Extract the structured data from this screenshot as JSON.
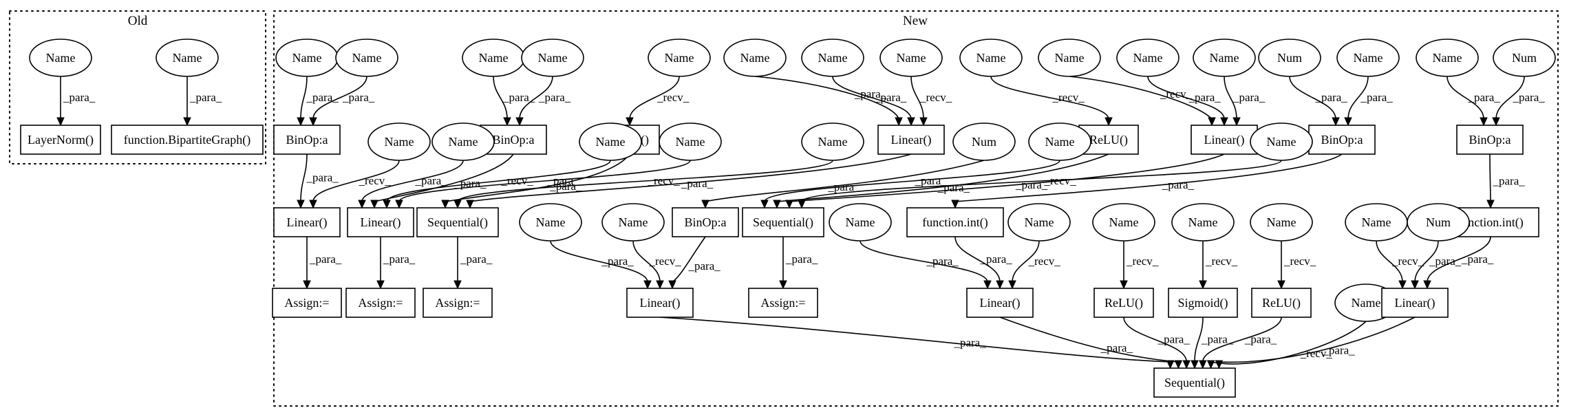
{
  "clusters": [
    {
      "id": "old",
      "label": "Old"
    },
    {
      "id": "new",
      "label": "New"
    }
  ],
  "nodes": [
    {
      "id": "o_n1",
      "label": "Name",
      "shape": "ellipse"
    },
    {
      "id": "o_n2",
      "label": "Name",
      "shape": "ellipse"
    },
    {
      "id": "o_ln",
      "label": "LayerNorm()",
      "shape": "box"
    },
    {
      "id": "o_bg",
      "label": "function.BipartiteGraph()",
      "shape": "box"
    },
    {
      "id": "t1",
      "label": "Name",
      "shape": "ellipse"
    },
    {
      "id": "t2",
      "label": "Name",
      "shape": "ellipse"
    },
    {
      "id": "t3",
      "label": "Name",
      "shape": "ellipse"
    },
    {
      "id": "t4",
      "label": "Name",
      "shape": "ellipse"
    },
    {
      "id": "t5",
      "label": "Name",
      "shape": "ellipse"
    },
    {
      "id": "t6",
      "label": "Name",
      "shape": "ellipse"
    },
    {
      "id": "t7",
      "label": "Name",
      "shape": "ellipse"
    },
    {
      "id": "t8",
      "label": "Name",
      "shape": "ellipse"
    },
    {
      "id": "t9",
      "label": "Name",
      "shape": "ellipse"
    },
    {
      "id": "t10",
      "label": "Name",
      "shape": "ellipse"
    },
    {
      "id": "t11",
      "label": "Name",
      "shape": "ellipse"
    },
    {
      "id": "t12",
      "label": "Name",
      "shape": "ellipse"
    },
    {
      "id": "t13",
      "label": "Num",
      "shape": "ellipse"
    },
    {
      "id": "t14",
      "label": "Name",
      "shape": "ellipse"
    },
    {
      "id": "t15",
      "label": "Name",
      "shape": "ellipse"
    },
    {
      "id": "t16",
      "label": "Num",
      "shape": "ellipse"
    },
    {
      "id": "b1",
      "label": "BinOp:a",
      "shape": "box"
    },
    {
      "id": "b2",
      "label": "BinOp:a",
      "shape": "box"
    },
    {
      "id": "r1",
      "label": "ReLU()",
      "shape": "box"
    },
    {
      "id": "lt1",
      "label": "Linear()",
      "shape": "box"
    },
    {
      "id": "r2",
      "label": "ReLU()",
      "shape": "box"
    },
    {
      "id": "lt2",
      "label": "Linear()",
      "shape": "box"
    },
    {
      "id": "b3",
      "label": "BinOp:a",
      "shape": "box"
    },
    {
      "id": "b4",
      "label": "BinOp:a",
      "shape": "box"
    },
    {
      "id": "m1",
      "label": "Name",
      "shape": "ellipse"
    },
    {
      "id": "m2",
      "label": "Name",
      "shape": "ellipse"
    },
    {
      "id": "m3",
      "label": "Name",
      "shape": "ellipse"
    },
    {
      "id": "m4",
      "label": "Name",
      "shape": "ellipse"
    },
    {
      "id": "m5",
      "label": "Name",
      "shape": "ellipse"
    },
    {
      "id": "m6",
      "label": "Num",
      "shape": "ellipse"
    },
    {
      "id": "m7",
      "label": "Name",
      "shape": "ellipse"
    },
    {
      "id": "m8",
      "label": "Name",
      "shape": "ellipse"
    },
    {
      "id": "l1",
      "label": "Linear()",
      "shape": "box"
    },
    {
      "id": "l2",
      "label": "Linear()",
      "shape": "box"
    },
    {
      "id": "s1",
      "label": "Sequential()",
      "shape": "box"
    },
    {
      "id": "s2",
      "label": "Sequential()",
      "shape": "box"
    },
    {
      "id": "b5",
      "label": "BinOp:a",
      "shape": "box"
    },
    {
      "id": "fi1",
      "label": "function.int()",
      "shape": "box"
    },
    {
      "id": "fi2",
      "label": "function.int()",
      "shape": "box"
    },
    {
      "id": "a1",
      "label": "Assign:=",
      "shape": "box"
    },
    {
      "id": "a2",
      "label": "Assign:=",
      "shape": "box"
    },
    {
      "id": "a3",
      "label": "Assign:=",
      "shape": "box"
    },
    {
      "id": "a4",
      "label": "Assign:=",
      "shape": "box"
    },
    {
      "id": "u1",
      "label": "Name",
      "shape": "ellipse"
    },
    {
      "id": "u2",
      "label": "Name",
      "shape": "ellipse"
    },
    {
      "id": "u3",
      "label": "Name",
      "shape": "ellipse"
    },
    {
      "id": "u4",
      "label": "Name",
      "shape": "ellipse"
    },
    {
      "id": "u5",
      "label": "Name",
      "shape": "ellipse"
    },
    {
      "id": "u6",
      "label": "Name",
      "shape": "ellipse"
    },
    {
      "id": "u7",
      "label": "Name",
      "shape": "ellipse"
    },
    {
      "id": "u8",
      "label": "Name",
      "shape": "ellipse"
    },
    {
      "id": "u9",
      "label": "Num",
      "shape": "ellipse"
    },
    {
      "id": "l3",
      "label": "Linear()",
      "shape": "box"
    },
    {
      "id": "l4",
      "label": "Linear()",
      "shape": "box"
    },
    {
      "id": "r3",
      "label": "ReLU()",
      "shape": "box"
    },
    {
      "id": "sg",
      "label": "Sigmoid()",
      "shape": "box"
    },
    {
      "id": "r4",
      "label": "ReLU()",
      "shape": "box"
    },
    {
      "id": "u10",
      "label": "Name",
      "shape": "ellipse"
    },
    {
      "id": "l5",
      "label": "Linear()",
      "shape": "box"
    },
    {
      "id": "s3",
      "label": "Sequential()",
      "shape": "box"
    }
  ],
  "edges": [
    {
      "from": "o_n1",
      "to": "o_ln",
      "label": "_para_"
    },
    {
      "from": "o_n2",
      "to": "o_bg",
      "label": "_para_"
    },
    {
      "from": "t1",
      "to": "b1",
      "label": "_para_"
    },
    {
      "from": "t2",
      "to": "b1",
      "label": "_para_"
    },
    {
      "from": "t3",
      "to": "b2",
      "label": "_para_"
    },
    {
      "from": "t4",
      "to": "b2",
      "label": "_para_"
    },
    {
      "from": "t5",
      "to": "r1",
      "label": "_recv_"
    },
    {
      "from": "t6",
      "to": "lt1",
      "label": "_para_"
    },
    {
      "from": "t7",
      "to": "lt1",
      "label": "_para_"
    },
    {
      "from": "t8",
      "to": "lt1",
      "label": "_recv_"
    },
    {
      "from": "t9",
      "to": "r2",
      "label": "_recv_"
    },
    {
      "from": "t10",
      "to": "lt2",
      "label": "_recv_"
    },
    {
      "from": "t11",
      "to": "lt2",
      "label": "_para_"
    },
    {
      "from": "t12",
      "to": "lt2",
      "label": "_para_"
    },
    {
      "from": "t13",
      "to": "b3",
      "label": "_para_"
    },
    {
      "from": "t14",
      "to": "b3",
      "label": "_para_"
    },
    {
      "from": "t15",
      "to": "b4",
      "label": "_para_"
    },
    {
      "from": "t16",
      "to": "b4",
      "label": "_para_"
    },
    {
      "from": "b1",
      "to": "l1",
      "label": "_para_"
    },
    {
      "from": "m1",
      "to": "l1",
      "label": "_recv_"
    },
    {
      "from": "m2",
      "to": "l2",
      "label": "_para_"
    },
    {
      "from": "b2",
      "to": "l2",
      "label": "_para_"
    },
    {
      "from": "m3",
      "to": "l2",
      "label": "_recv_"
    },
    {
      "from": "m4",
      "to": "l2",
      "label": "_para_"
    },
    {
      "from": "r1",
      "to": "s1",
      "label": "_para_"
    },
    {
      "from": "m5",
      "to": "s1",
      "label": "_recv_"
    },
    {
      "from": "lt1",
      "to": "s1",
      "label": "_para_"
    },
    {
      "from": "m6",
      "to": "b5",
      "label": "_para_"
    },
    {
      "from": "m7",
      "to": "s2",
      "label": "_para_"
    },
    {
      "from": "r2",
      "to": "s2",
      "label": "_para_"
    },
    {
      "from": "lt2",
      "to": "s2",
      "label": "_para_"
    },
    {
      "from": "m8",
      "to": "s2",
      "label": "_recv_"
    },
    {
      "from": "b3",
      "to": "fi1",
      "label": "_para_"
    },
    {
      "from": "b4",
      "to": "fi2",
      "label": "_para_"
    },
    {
      "from": "l1",
      "to": "a1",
      "label": "_para_"
    },
    {
      "from": "l2",
      "to": "a2",
      "label": "_para_"
    },
    {
      "from": "s1",
      "to": "a3",
      "label": "_para_"
    },
    {
      "from": "s2",
      "to": "a4",
      "label": "_para_"
    },
    {
      "from": "u1",
      "to": "l3",
      "label": "_para_"
    },
    {
      "from": "u2",
      "to": "l3",
      "label": "_recv_"
    },
    {
      "from": "b5",
      "to": "l3",
      "label": "_para_"
    },
    {
      "from": "u3",
      "to": "l4",
      "label": "_para_"
    },
    {
      "from": "fi1",
      "to": "l4",
      "label": "_para_"
    },
    {
      "from": "u4",
      "to": "l4",
      "label": "_recv_"
    },
    {
      "from": "u5",
      "to": "r3",
      "label": "_recv_"
    },
    {
      "from": "u6",
      "to": "sg",
      "label": "_recv_"
    },
    {
      "from": "u7",
      "to": "r4",
      "label": "_recv_"
    },
    {
      "from": "u8",
      "to": "l5",
      "label": "_recv_"
    },
    {
      "from": "u9",
      "to": "l5",
      "label": "_para_"
    },
    {
      "from": "fi2",
      "to": "l5",
      "label": "_para_"
    },
    {
      "from": "l3",
      "to": "s3",
      "label": "_para_"
    },
    {
      "from": "l4",
      "to": "s3",
      "label": "_para_"
    },
    {
      "from": "r3",
      "to": "s3",
      "label": "_para_"
    },
    {
      "from": "sg",
      "to": "s3",
      "label": "_para_"
    },
    {
      "from": "r4",
      "to": "s3",
      "label": "_para_"
    },
    {
      "from": "u10",
      "to": "s3",
      "label": "_recv_"
    },
    {
      "from": "l5",
      "to": "s3",
      "label": "_para_"
    }
  ]
}
